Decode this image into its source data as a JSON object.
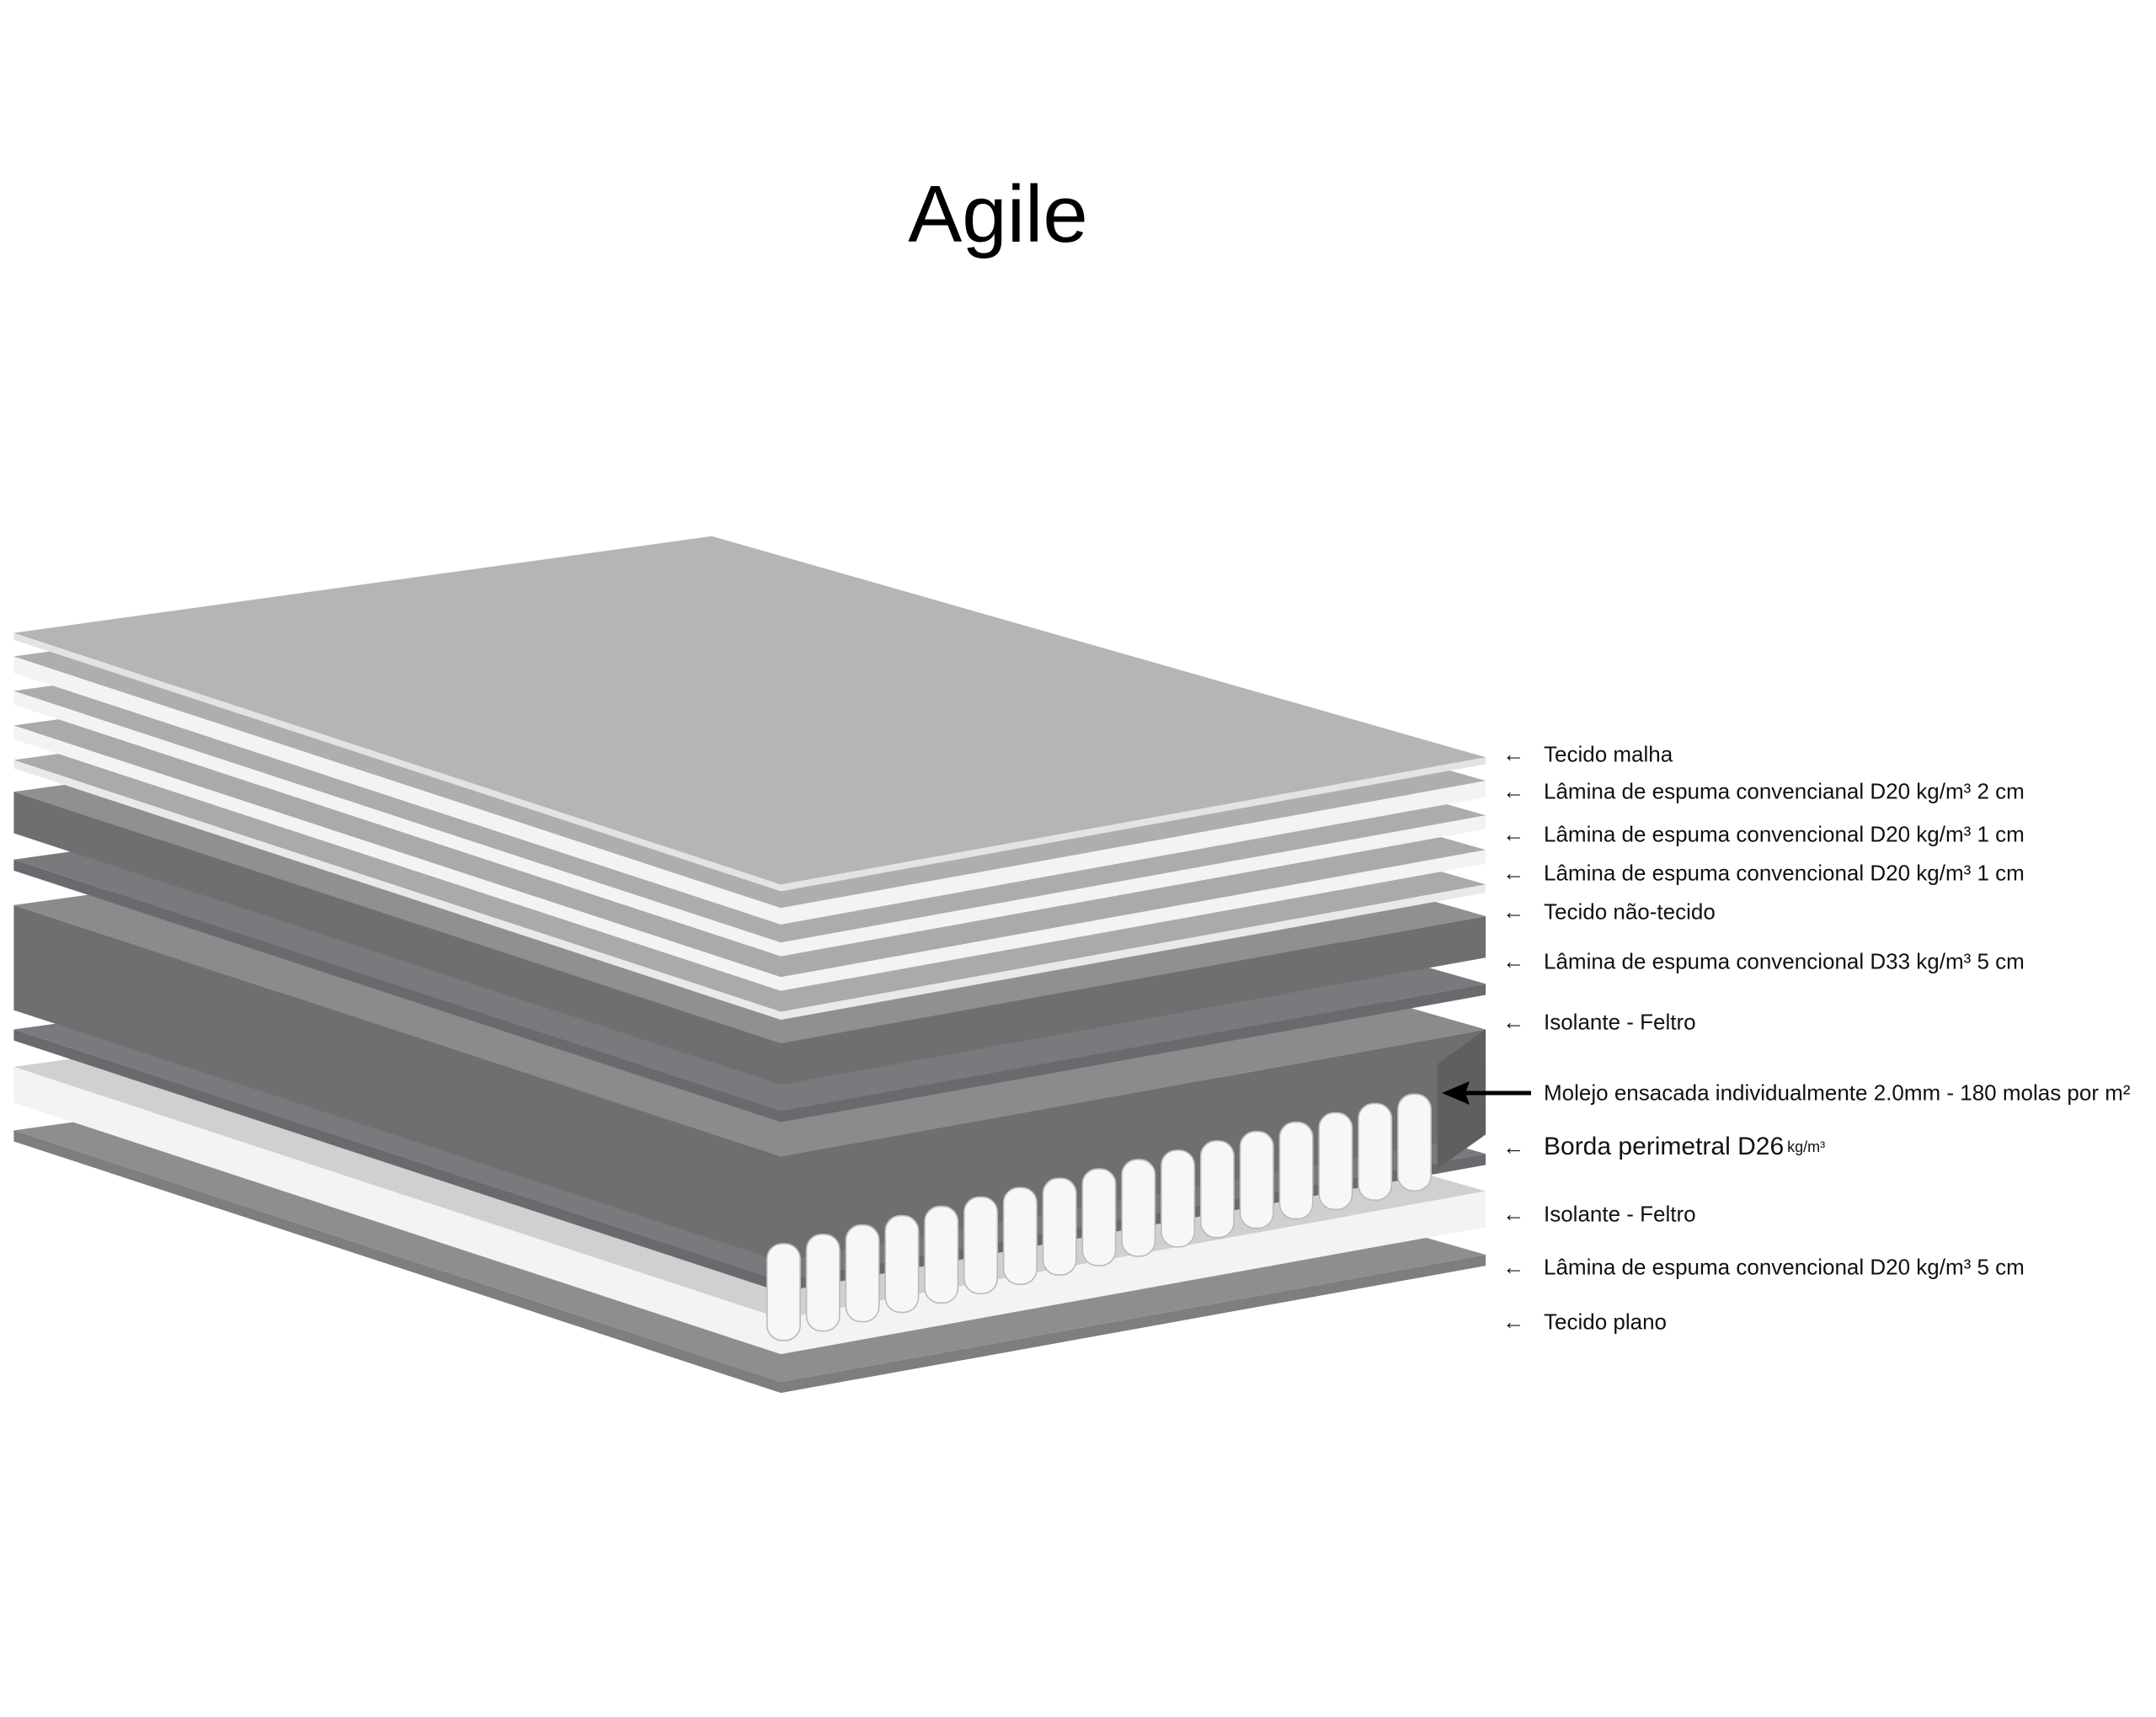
{
  "title": "Agile",
  "labels": [
    {
      "text": "Tecido malha"
    },
    {
      "text": "Lâmina de espuma convencianal D20 kg/m³ 2 cm"
    },
    {
      "text": "Lâmina de espuma convencional D20 kg/m³ 1 cm"
    },
    {
      "text": "Lâmina de espuma convencional D20 kg/m³ 1 cm"
    },
    {
      "text": "Tecido não-tecido"
    },
    {
      "text": "Lâmina de espuma convencional D33 kg/m³ 5 cm"
    },
    {
      "text": "Isolante - Feltro"
    },
    {
      "text": "Molejo ensacada individualmente 2.0mm - 180 molas por m²"
    },
    {
      "text": "Borda perimetral D26",
      "unit": "kg/m³"
    },
    {
      "text": "Isolante - Feltro"
    },
    {
      "text": "Lâmina de espuma convencional D20 kg/m³ 5 cm"
    },
    {
      "text": "Tecido plano"
    }
  ],
  "arrow_glyph": "←",
  "colors": {
    "fabric_top": "#b4b6b5",
    "foam_white": "#f2f3f3",
    "foam_dark": "#6e7070",
    "felt": "#7a797d",
    "spring": "#f7f7f7",
    "bottom_fabric": "#8d8f8f"
  }
}
